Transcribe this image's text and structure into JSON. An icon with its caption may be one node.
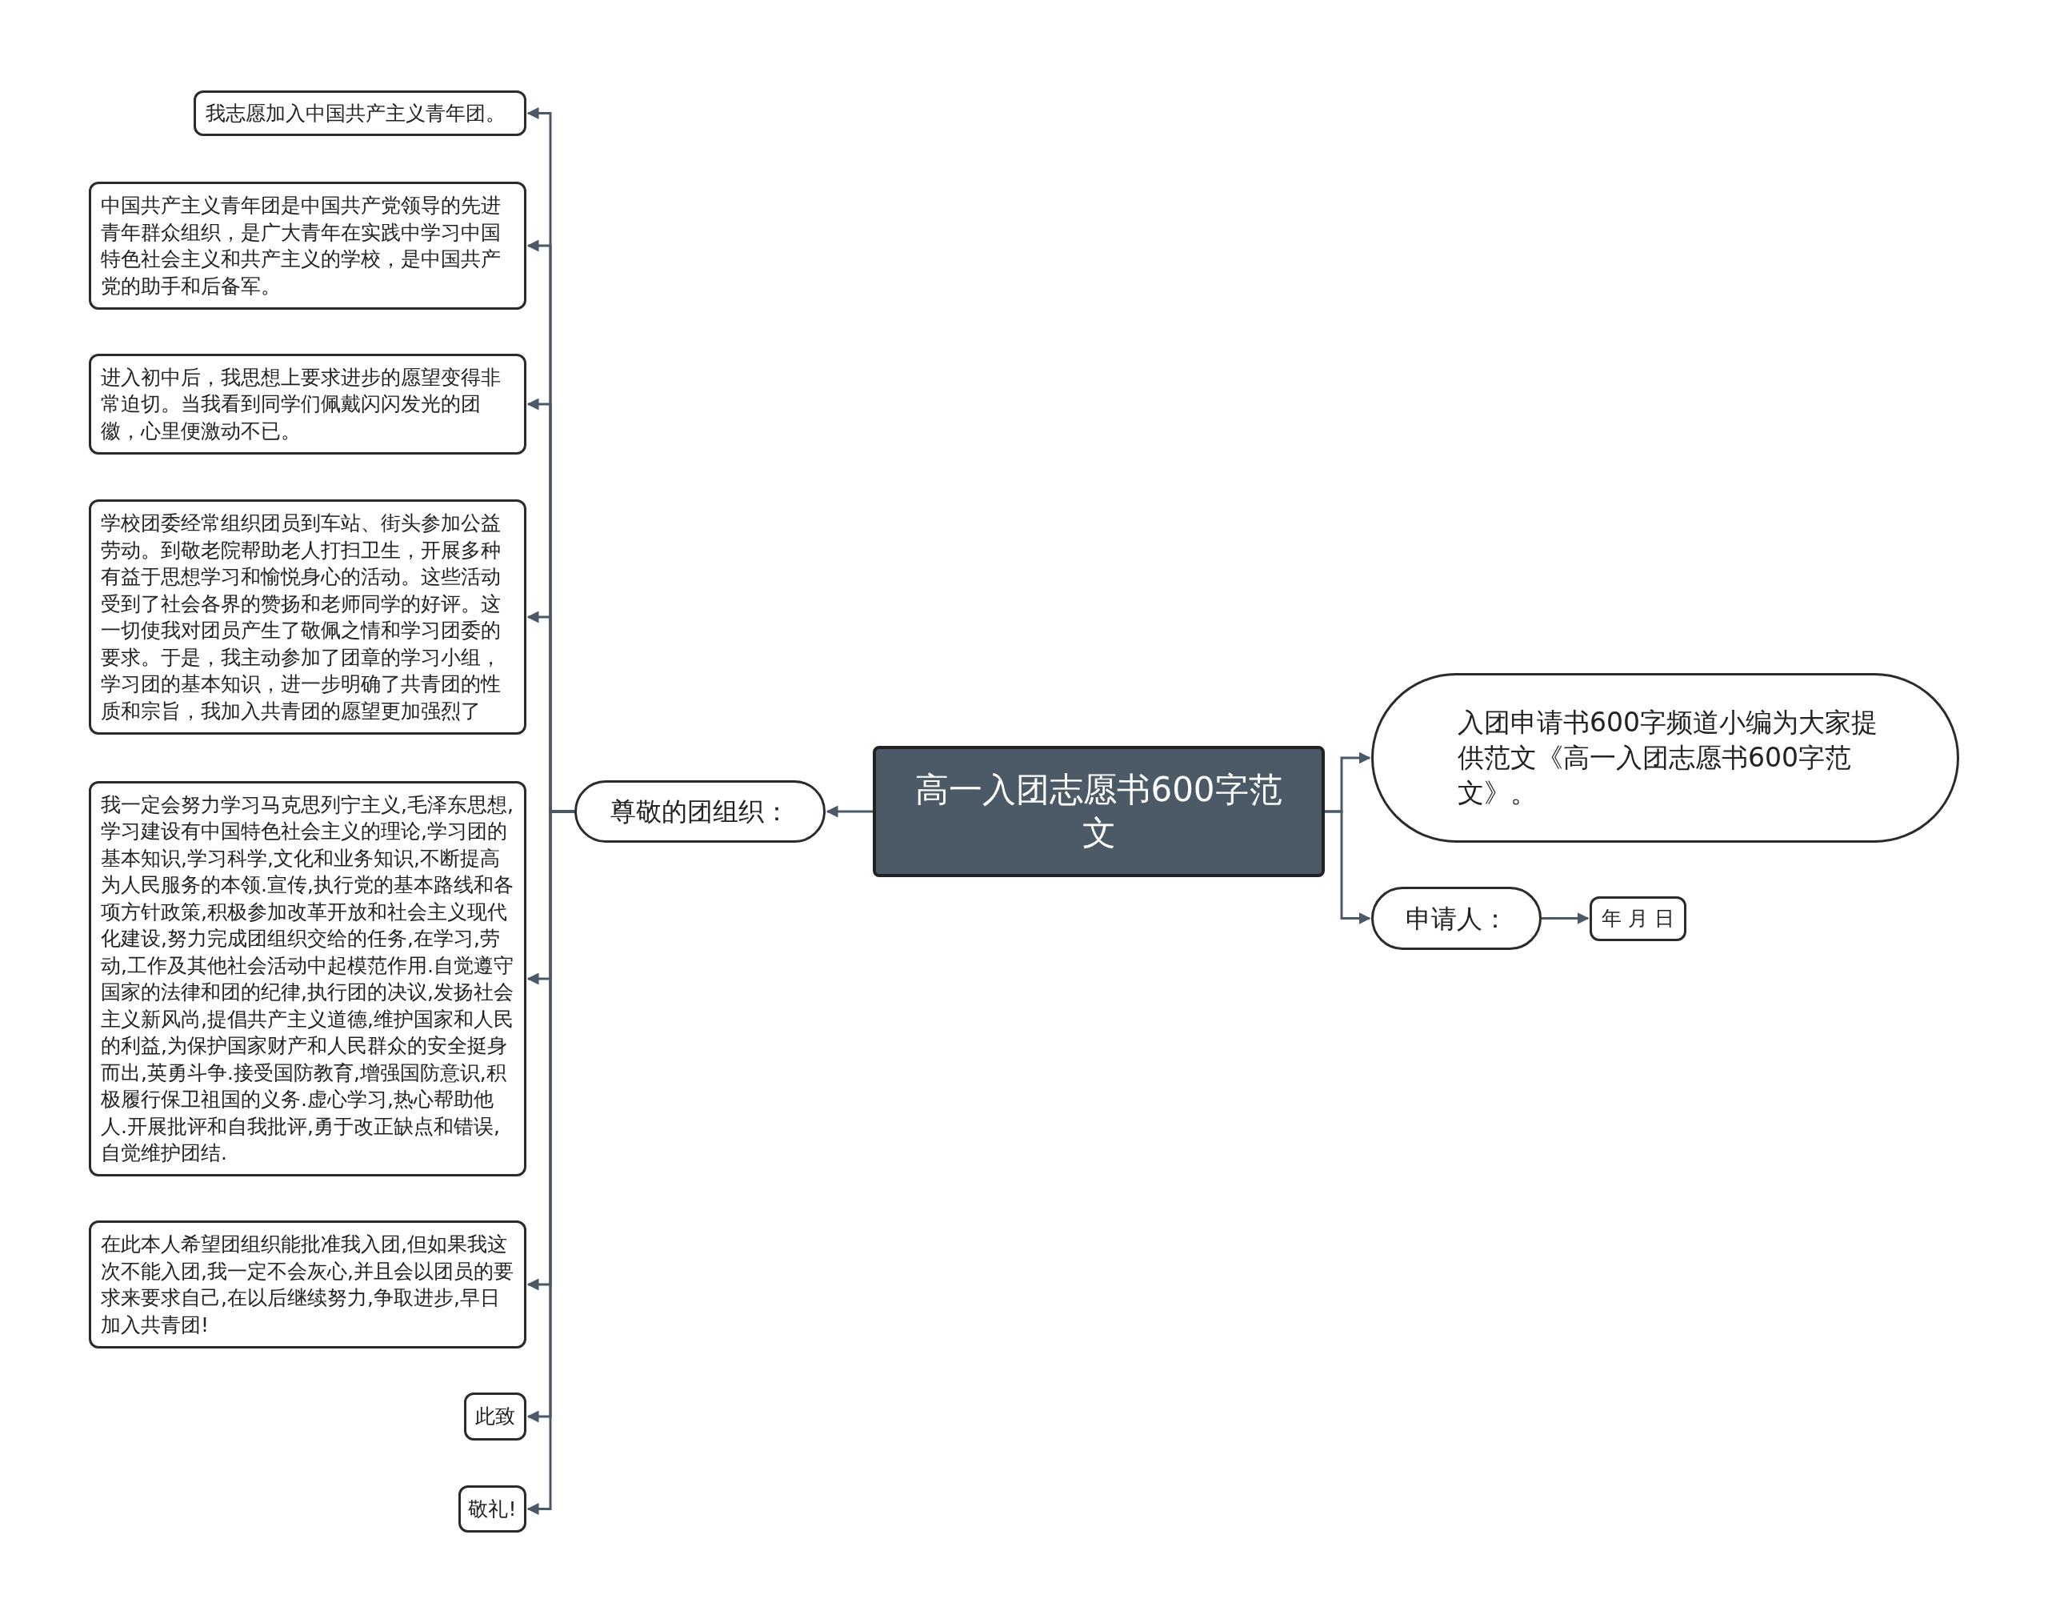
{
  "diagram": {
    "nodes": [
      {
        "text": [
          "高一入团志愿书600字范文"
        ]
      },
      {
        "text": [
          "尊敬的团组织："
        ]
      },
      {
        "text": [
          "我志愿加入中国共产主义青年团。"
        ]
      },
      {
        "text": [
          "中国共产主义青年团是中国共产党领导的先进青年群众组织，是广大青年在实践中学习中国特色社会主义和共产主义的学校，是中国共产党的助手和后备军。"
        ]
      },
      {
        "text": [
          "进入初中后，我思想上要求进步的愿望变得非常迫切。当我看到同学们佩戴闪闪发光的团徽，心里便激动不已。"
        ]
      },
      {
        "text": [
          "学校团委经常组织团员到车站、街头参加公益劳动。到敬老院帮助老人打扫卫生，开展多种有益于思想学习和愉悦身心的活动。这些活动受到了社会各界的赞扬和老师同学的好评。这一切使我对团员产生了敬佩之情和学习团委的要求。于是，我主动参加了团章的学习小组，学习团的基本知识，进一步明确了共青团的性质和宗旨，我加入共青团的愿望更加强烈了"
        ]
      },
      {
        "text": [
          "我一定会努力学习马克思列宁主义,毛泽东思想,学习建设有中国特色社会主义的理论,学习团的基本知识,学习科学,文化和业务知识,不断提高为人民服务的本领.宣传,执行党的基本路线和各项方针政策,积极参加改革开放和社会主义现代化建设,努力完成团组织交给的任务,在学习,劳动,工作及其他社会活动中起模范作用.自觉遵守国家的法律和团的纪律,执行团的决议,发扬社会主义新风尚,提倡共产主义道德,维护国家和人民的利益,为保护国家财产和人民群众的安全挺身而出,英勇斗争.接受国防教育,增强国防意识,积极履行保卫祖国的义务.虚心学习,热心帮助他人.开展批评和自我批评,勇于改正缺点和错误,自觉维护团结."
        ]
      },
      {
        "text": [
          "在此本人希望团组织能批准我入团,但如果我这次不能入团,我一定不会灰心,并且会以团员的要求来要求自己,在以后继续努力,争取进步,早日加入共青团!"
        ]
      },
      {
        "text": [
          "此致"
        ]
      },
      {
        "text": [
          "敬礼!"
        ]
      },
      {
        "text": [
          "入团申请书600字频道小编为大家提供范文《高一入团志愿书600字范文》。"
        ]
      },
      {
        "text": [
          "申请人："
        ]
      },
      {
        "text": [
          "年 月 日"
        ]
      }
    ],
    "edges": [
      {
        "from": 0,
        "to": 1,
        "arrow": "to"
      },
      {
        "from": 1,
        "to": 2,
        "arrow": "to"
      },
      {
        "from": 1,
        "to": 3,
        "arrow": "to"
      },
      {
        "from": 1,
        "to": 4,
        "arrow": "to"
      },
      {
        "from": 1,
        "to": 5,
        "arrow": "to"
      },
      {
        "from": 1,
        "to": 6,
        "arrow": "to"
      },
      {
        "from": 1,
        "to": 7,
        "arrow": "to"
      },
      {
        "from": 1,
        "to": 8,
        "arrow": "to"
      },
      {
        "from": 1,
        "to": 9,
        "arrow": "to"
      },
      {
        "from": 0,
        "to": 10,
        "arrow": "to"
      },
      {
        "from": 0,
        "to": 11,
        "arrow": "to"
      },
      {
        "from": 11,
        "to": 12,
        "arrow": "to"
      }
    ]
  }
}
